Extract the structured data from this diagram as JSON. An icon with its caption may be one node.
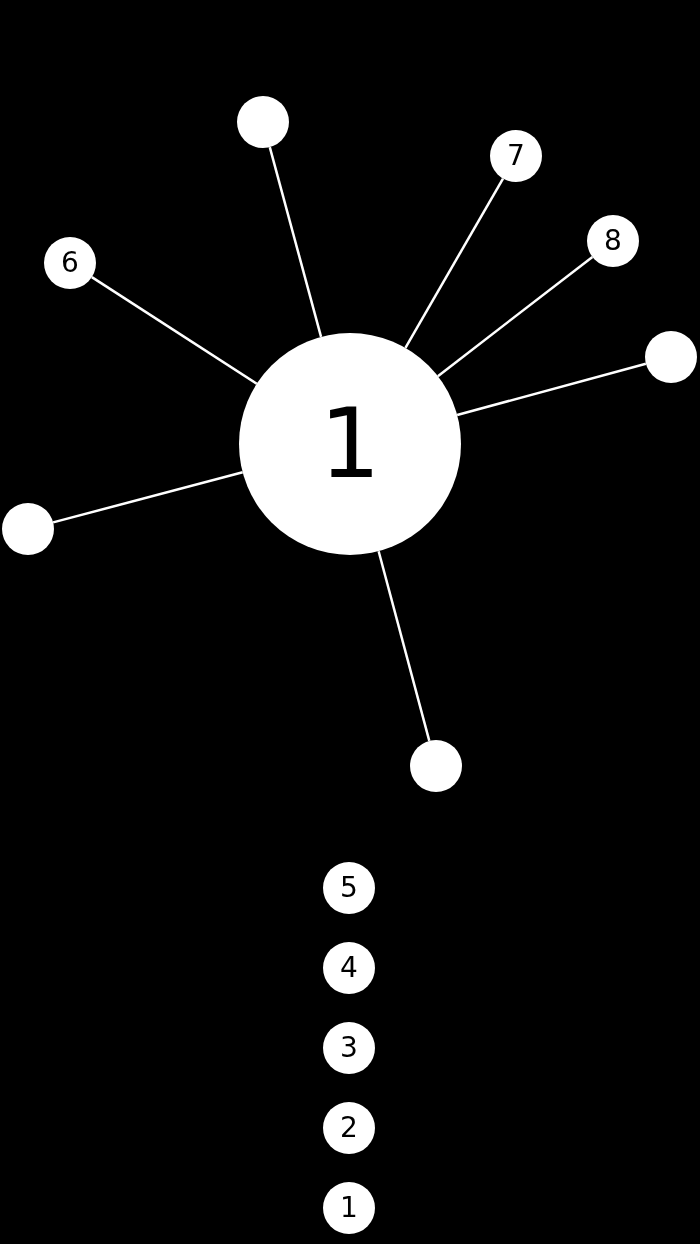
{
  "diagram": {
    "nodes": [
      {
        "text": [],
        "shape": "circle"
      },
      {
        "text": [
          "7"
        ]
      },
      {
        "text": [
          "8"
        ]
      },
      {
        "text": [
          "6"
        ]
      },
      {
        "text": [],
        "shape": "circle"
      },
      {
        "text": [
          "1"
        ]
      },
      {
        "text": [],
        "shape": "circle"
      },
      {
        "text": [],
        "shape": "circle"
      },
      {
        "text": [
          "5"
        ]
      },
      {
        "text": [
          "4"
        ]
      },
      {
        "text": [
          "3"
        ]
      },
      {
        "text": [
          "2"
        ]
      },
      {
        "text": [
          "1"
        ]
      }
    ],
    "edges": [
      {
        "from": 5,
        "to": 0,
        "arrow": "none"
      },
      {
        "from": 5,
        "to": 1,
        "arrow": "none"
      },
      {
        "from": 5,
        "to": 2,
        "arrow": "none"
      },
      {
        "from": 5,
        "to": 3,
        "arrow": "none"
      },
      {
        "from": 5,
        "to": 4,
        "arrow": "none"
      },
      {
        "from": 5,
        "to": 6,
        "arrow": "none"
      },
      {
        "from": 5,
        "to": 7,
        "arrow": "none"
      }
    ]
  }
}
